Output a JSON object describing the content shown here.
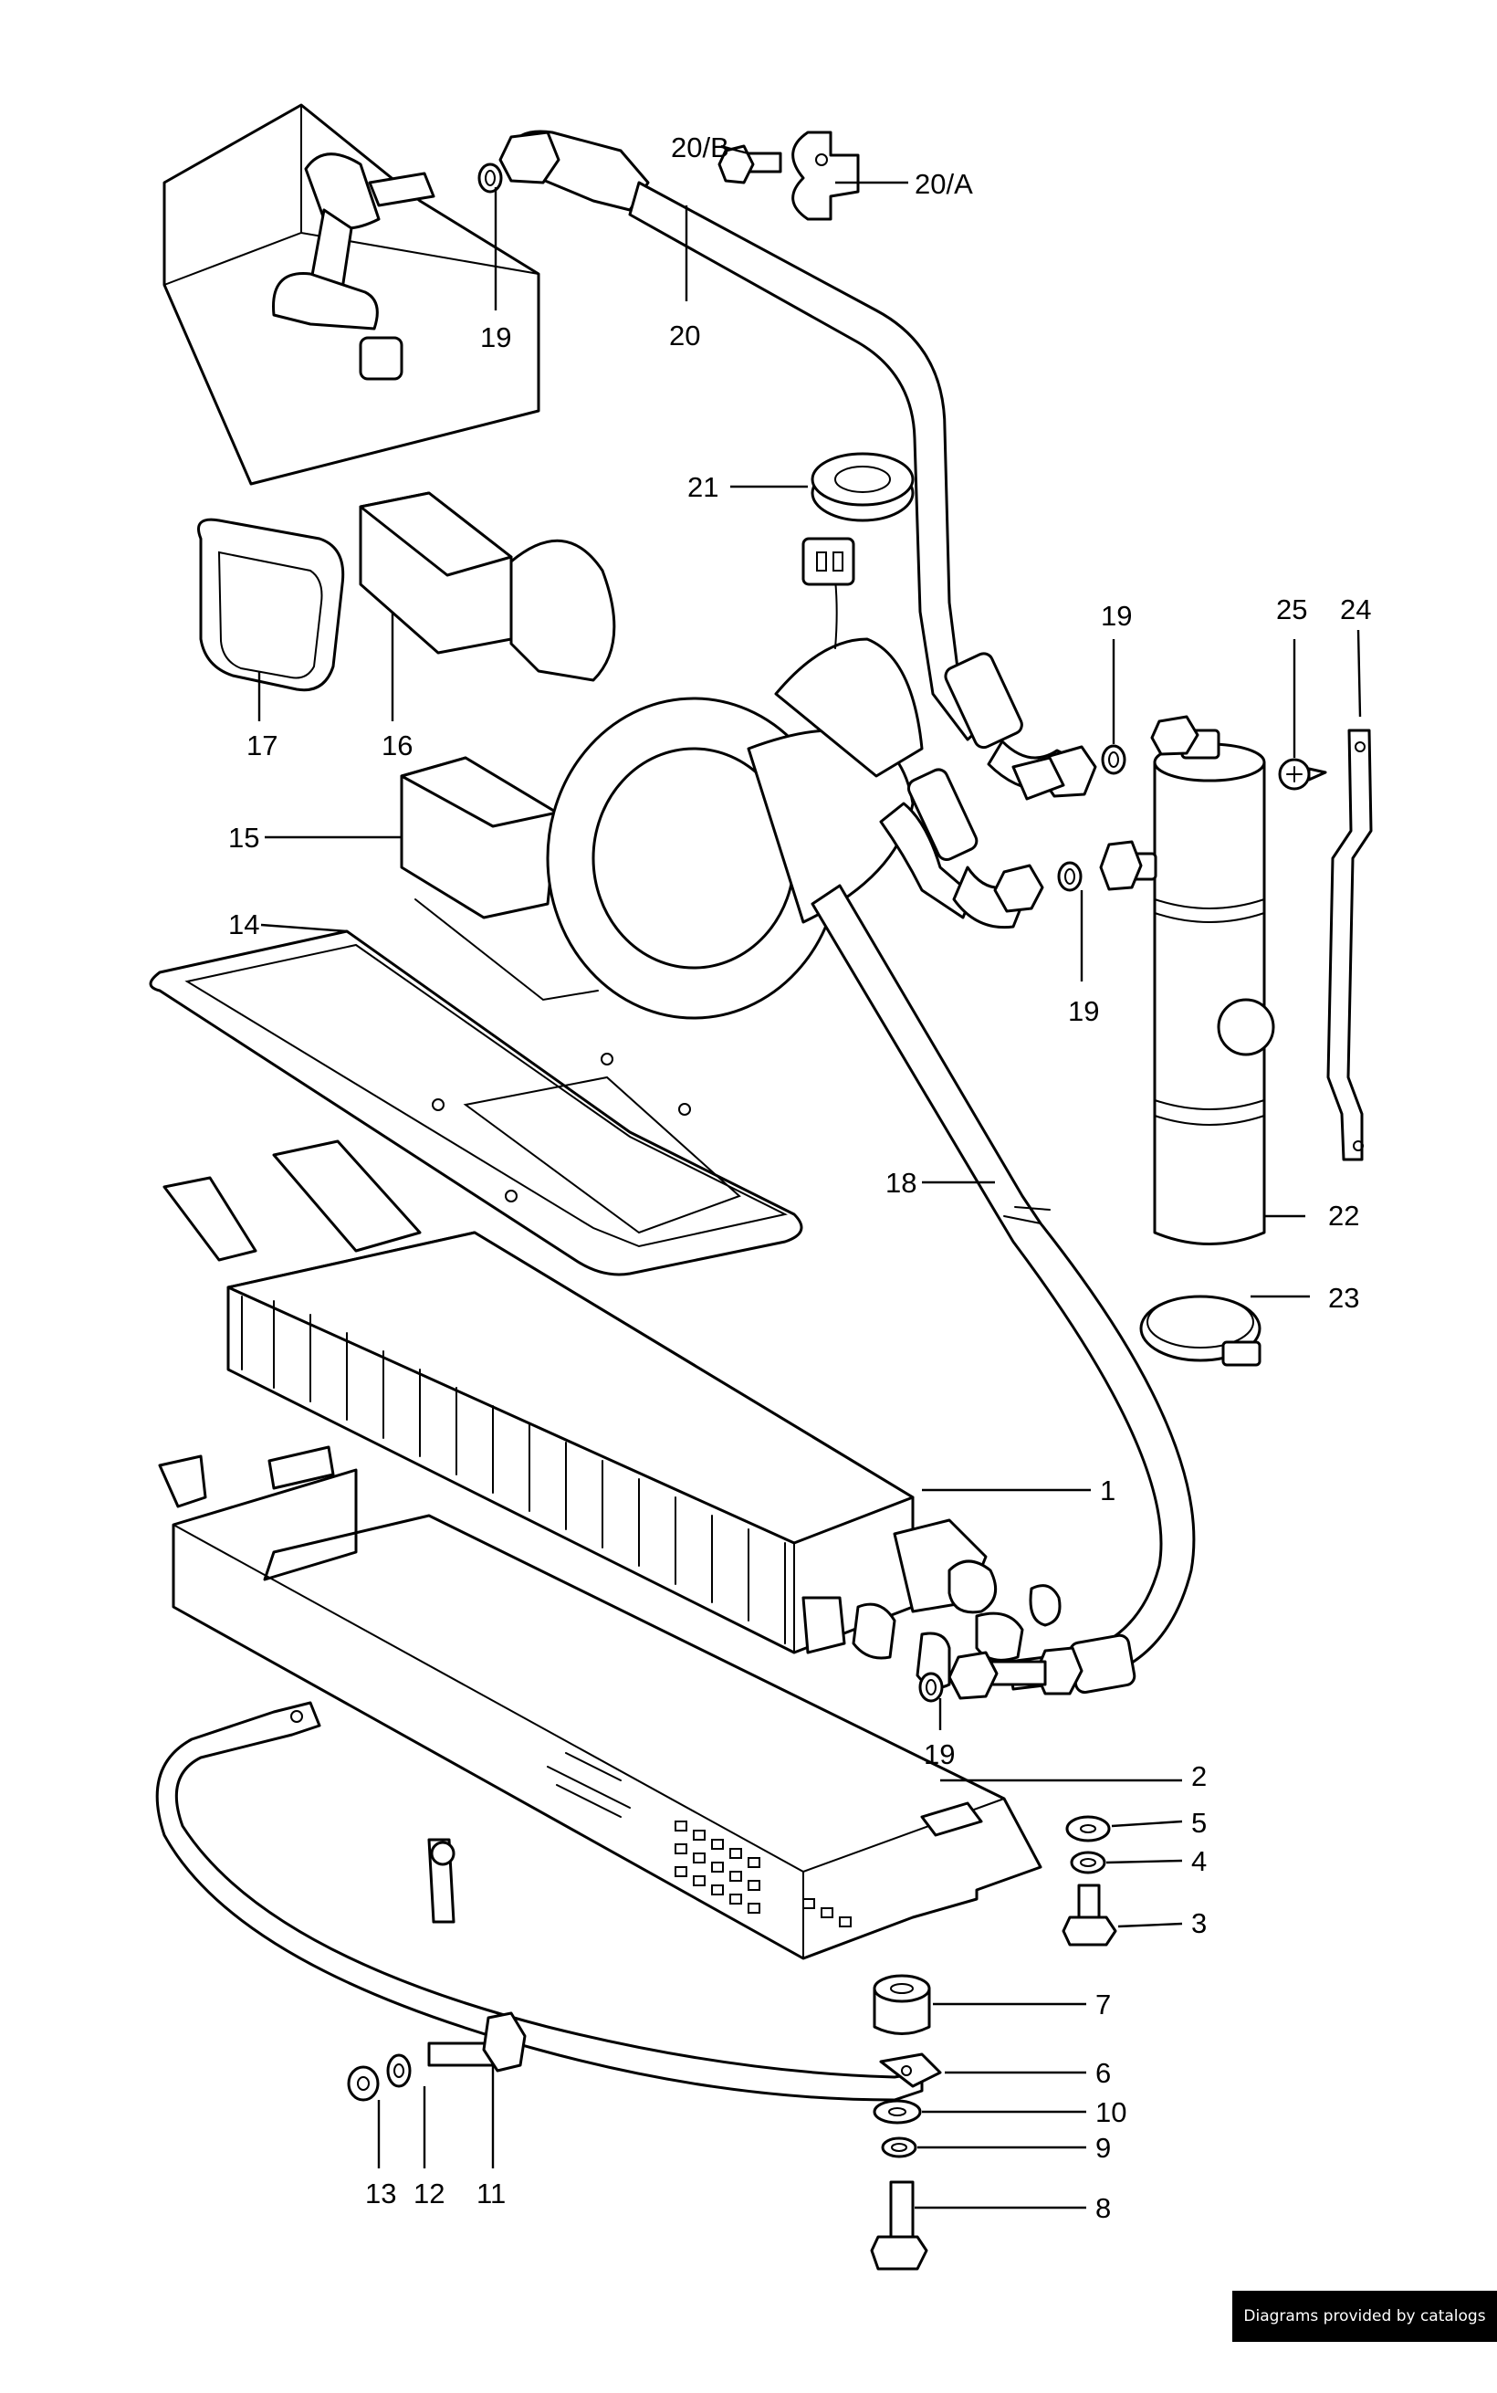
{
  "labels": {
    "p1": "1",
    "p2": "2",
    "p3": "3",
    "p4": "4",
    "p5": "5",
    "p6": "6",
    "p7": "7",
    "p8": "8",
    "p9": "9",
    "p10": "10",
    "p11": "11",
    "p12": "12",
    "p13": "13",
    "p14": "14",
    "p15": "15",
    "p16": "16",
    "p17": "17",
    "p18": "18",
    "p19a": "19",
    "p19b": "19",
    "p19c": "19",
    "p19d": "19",
    "p20": "20",
    "p20a": "20/A",
    "p20b": "20/B",
    "p21": "21",
    "p22": "22",
    "p23": "23",
    "p24": "24",
    "p25": "25"
  },
  "credit": "Diagrams provided by catalogs parts"
}
